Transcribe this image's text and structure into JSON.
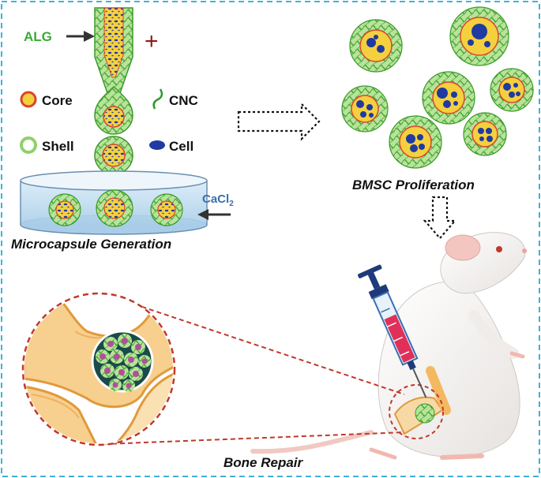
{
  "labels": {
    "alg": "ALG",
    "plus": "+",
    "minus": "−",
    "core": "Core",
    "shell": "Shell",
    "cnc": "CNC",
    "cell": "Cell",
    "cacl2_base": "CaCl",
    "cacl2_sub": "2",
    "microcapsule_generation": "Microcapsule Generation",
    "bmsc_proliferation": "BMSC Proliferation",
    "bone_repair": "Bone Repair"
  },
  "colors": {
    "alg_green": "#3aaa35",
    "capsule_shell": "#8fd16a",
    "capsule_core": "#f4d03f",
    "core_ring": "#d9452b",
    "cell_blue": "#1f3aa0",
    "cacl2_blue": "#3a6fb0",
    "bath_blue": "#bcd9ee",
    "plus_red": "#8b1a1a",
    "frame_dash": "#3bb4dc",
    "bone_orange": "#f4b860",
    "callout_red": "#c0392b"
  }
}
